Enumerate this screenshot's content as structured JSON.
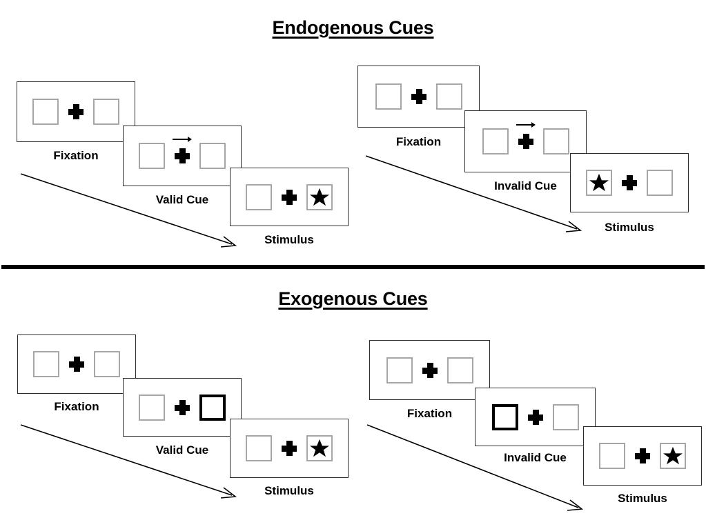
{
  "figure": {
    "background_color": "#ffffff",
    "ink_color": "#000000",
    "box_outline_color": "#a6a6a6",
    "panel_outline_color": "#2b2b2b"
  },
  "sections": [
    {
      "id": "endogenous",
      "title": "Endogenous Cues",
      "columns": [
        {
          "id": "endogenous-valid",
          "panels": [
            {
              "id": "endo-valid-fixation",
              "caption": "Fixation",
              "left_box": "empty",
              "right_box": "empty",
              "cue": "none",
              "center": "plus"
            },
            {
              "id": "endo-valid-cue",
              "caption": "Valid Cue",
              "left_box": "empty",
              "right_box": "empty",
              "cue": "arrow-right",
              "center": "plus"
            },
            {
              "id": "endo-valid-stimulus",
              "caption": "Stimulus",
              "left_box": "empty",
              "right_box": "star",
              "cue": "none",
              "center": "plus"
            }
          ]
        },
        {
          "id": "endogenous-invalid",
          "panels": [
            {
              "id": "endo-invalid-fixation",
              "caption": "Fixation",
              "left_box": "empty",
              "right_box": "empty",
              "cue": "none",
              "center": "plus"
            },
            {
              "id": "endo-invalid-cue",
              "caption": "Invalid Cue",
              "left_box": "empty",
              "right_box": "empty",
              "cue": "arrow-right",
              "center": "plus"
            },
            {
              "id": "endo-invalid-stimulus",
              "caption": "Stimulus",
              "left_box": "star",
              "right_box": "empty",
              "cue": "none",
              "center": "plus"
            }
          ]
        }
      ]
    },
    {
      "id": "exogenous",
      "title": "Exogenous Cues",
      "columns": [
        {
          "id": "exogenous-valid",
          "panels": [
            {
              "id": "exo-valid-fixation",
              "caption": "Fixation",
              "left_box": "empty",
              "right_box": "empty",
              "cue": "none",
              "center": "plus"
            },
            {
              "id": "exo-valid-cue",
              "caption": "Valid Cue",
              "left_box": "empty",
              "right_box": "cued",
              "cue": "box-highlight",
              "center": "plus"
            },
            {
              "id": "exo-valid-stimulus",
              "caption": "Stimulus",
              "left_box": "empty",
              "right_box": "star",
              "cue": "none",
              "center": "plus"
            }
          ]
        },
        {
          "id": "exogenous-invalid",
          "panels": [
            {
              "id": "exo-invalid-fixation",
              "caption": "Fixation",
              "left_box": "empty",
              "right_box": "empty",
              "cue": "none",
              "center": "plus"
            },
            {
              "id": "exo-invalid-cue",
              "caption": "Invalid Cue",
              "left_box": "cued",
              "right_box": "empty",
              "cue": "box-highlight",
              "center": "plus"
            },
            {
              "id": "exo-invalid-stimulus",
              "caption": "Stimulus",
              "left_box": "empty",
              "right_box": "star",
              "cue": "none",
              "center": "plus"
            }
          ]
        }
      ]
    }
  ],
  "icons": {
    "cue_arrow": "arrow-right-icon",
    "target": "star-icon",
    "fixation": "plus-icon",
    "time_flow": "diagonal-arrow-icon"
  }
}
